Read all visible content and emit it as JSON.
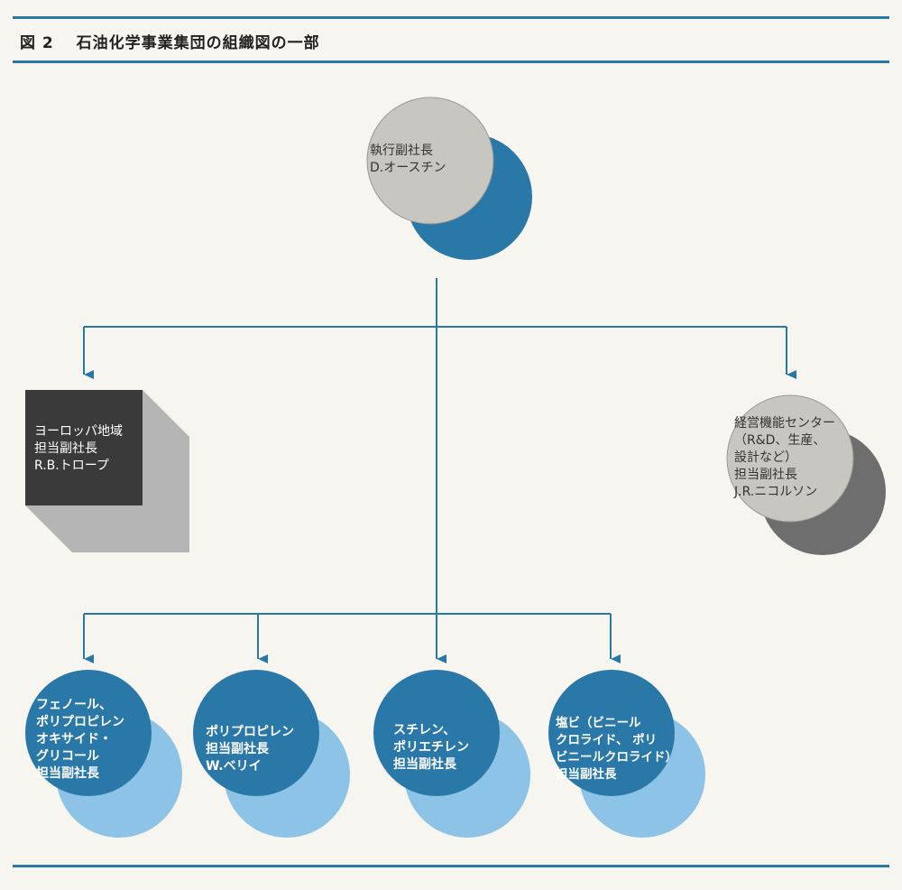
{
  "caption": {
    "figure_label": "図 2",
    "title": "石油化学事業集団の組織図の一部"
  },
  "nodes": {
    "top": {
      "text": "執行副社長\nD.オースチン"
    },
    "europe": {
      "text": "ヨーロッパ地域\n担当副社長\nR.B.トロープ"
    },
    "management": {
      "text": "経営機能センター\n（R&D、生産、\n設計など）\n担当副社長\nJ.R.ニコルソン"
    },
    "divisions": [
      {
        "text": "フェノール、\nポリプロピレン\nオキサイド・\nグリコール\n担当副社長"
      },
      {
        "text": "ポリプロピレン\n担当副社長\nW.ベリイ"
      },
      {
        "text": "スチレン、\nポリエチレン\n担当副社長"
      },
      {
        "text": "塩ビ（ビニール\nクロライド、 ポリ\nビニールクロライド）\n担当副社長"
      }
    ]
  },
  "colors": {
    "accent": "#2a78a8",
    "circle_gray": "#c8c6c0",
    "shadow_gray": "#6e6e6e",
    "dark_box": "#3a3a3a",
    "box_shadow": "#b5b5b5",
    "light_blue_shadow": "#8cc3e6"
  }
}
